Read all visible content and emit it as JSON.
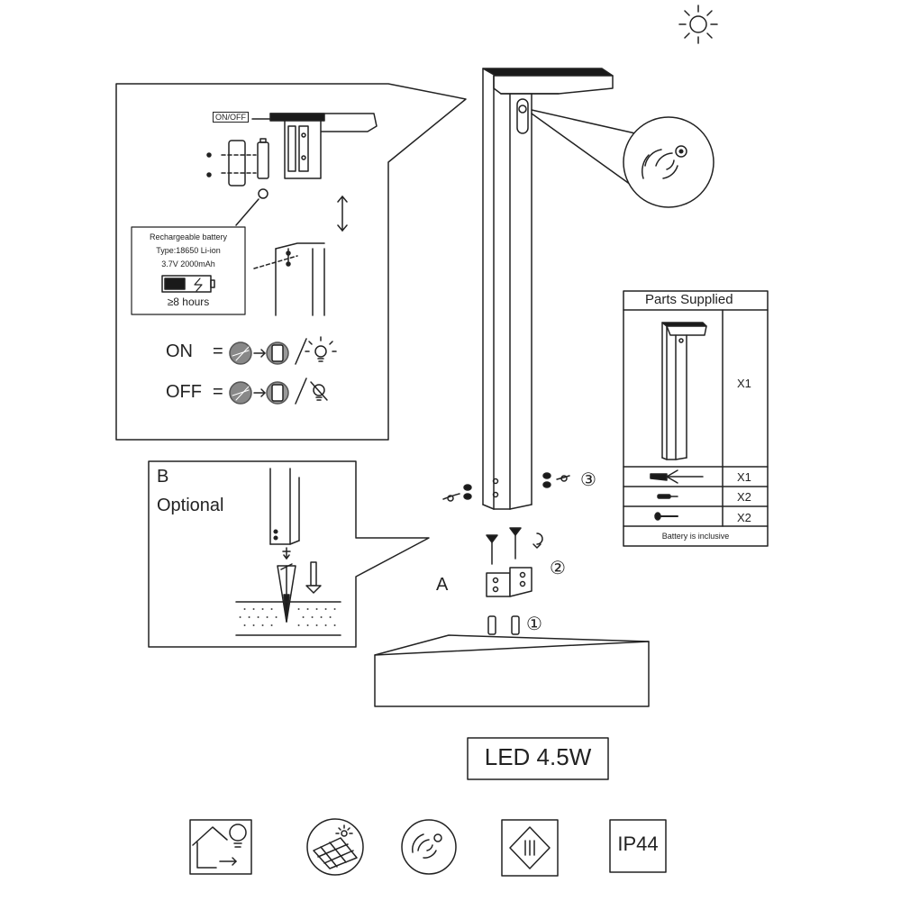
{
  "battery_callout": {
    "label_onoff": "ON/OFF",
    "title": "Rechargeable battery",
    "type": "Type:18650 Li-ion",
    "spec": "3.7V 2000mAh",
    "runtime": "≥8 hours"
  },
  "modes": {
    "on_label": "ON",
    "off_label": "OFF",
    "equals": "="
  },
  "option_b": {
    "letter": "B",
    "label": "Optional"
  },
  "parts": {
    "title": "Parts Supplied",
    "rows": [
      {
        "qty": "X1"
      },
      {
        "qty": "X1"
      },
      {
        "qty": "X2"
      },
      {
        "qty": "X2"
      }
    ],
    "footer": "Battery is inclusive"
  },
  "steps": {
    "one": "①",
    "two": "②",
    "three": "③",
    "letter_a": "A"
  },
  "power": "LED 4.5W",
  "ip_rating": "IP44",
  "icons": [
    "sun-icon",
    "indoor-outdoor-lamp-icon",
    "solar-panel-icon",
    "motion-sensor-icon",
    "class-iii-icon",
    "ip44-icon"
  ]
}
